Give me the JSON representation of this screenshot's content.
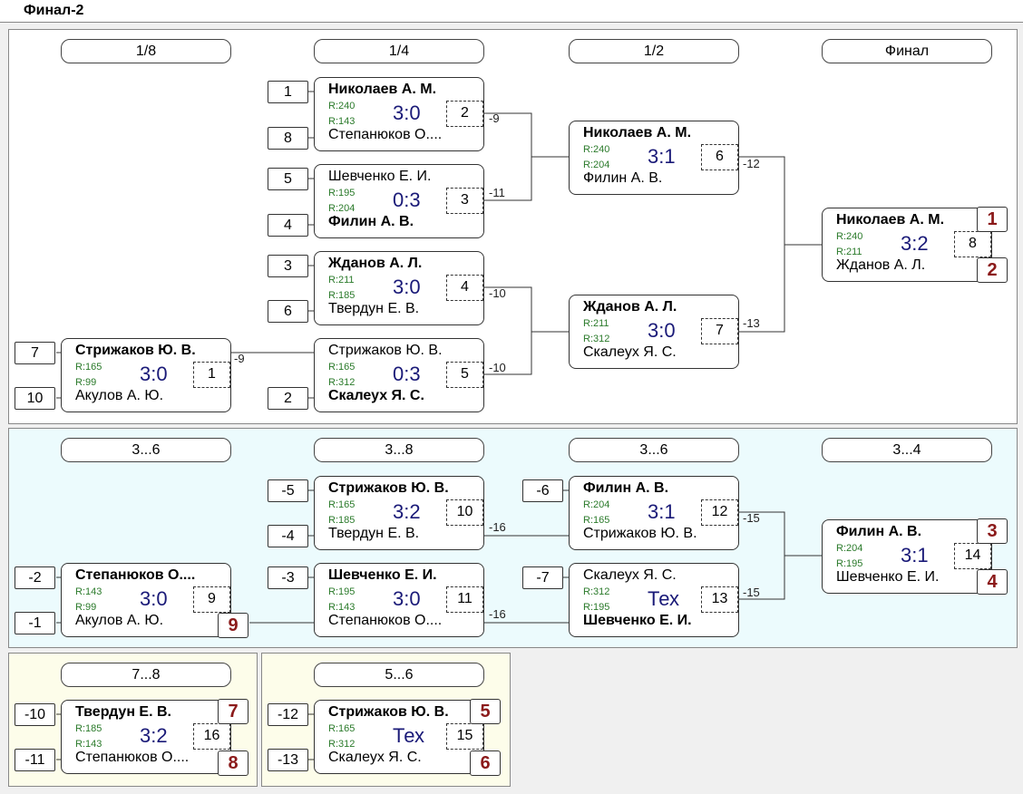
{
  "title": "Финал-2",
  "panels": {
    "main": {
      "rounds": [
        "1/8",
        "1/4",
        "1/2",
        "Финал"
      ],
      "seeds": {
        "s7": "7",
        "s10": "10",
        "s1": "1",
        "s8": "8",
        "s5": "5",
        "s4": "4",
        "s3": "3",
        "s6": "6",
        "s2": "2"
      },
      "matches": {
        "m1": {
          "p1": "Стрижаков Ю. В.",
          "r1": "R:165",
          "r2": "R:99",
          "score": "3:0",
          "num": "1",
          "p2": "Акулов А. Ю.",
          "bold": 1
        },
        "m2": {
          "p1": "Николаев А. М.",
          "r1": "R:240",
          "r2": "R:143",
          "score": "3:0",
          "num": "2",
          "p2": "Степанюков О....",
          "bold": 1
        },
        "m3": {
          "p1": "Шевченко Е. И.",
          "r1": "R:195",
          "r2": "R:204",
          "score": "0:3",
          "num": "3",
          "p2": "Филин А. В.",
          "bold": 2
        },
        "m4": {
          "p1": "Жданов А. Л.",
          "r1": "R:211",
          "r2": "R:185",
          "score": "3:0",
          "num": "4",
          "p2": "Твердун Е. В.",
          "bold": 1
        },
        "m5": {
          "p1": "Стрижаков Ю. В.",
          "r1": "R:165",
          "r2": "R:312",
          "score": "0:3",
          "num": "5",
          "p2": "Скалеух Я. С.",
          "bold": 2
        },
        "m6": {
          "p1": "Николаев А. М.",
          "r1": "R:240",
          "r2": "R:204",
          "score": "3:1",
          "num": "6",
          "p2": "Филин А. В.",
          "bold": 1
        },
        "m7": {
          "p1": "Жданов А. Л.",
          "r1": "R:211",
          "r2": "R:312",
          "score": "3:0",
          "num": "7",
          "p2": "Скалеух Я. С.",
          "bold": 1
        },
        "m8": {
          "p1": "Николаев А. М.",
          "r1": "R:240",
          "r2": "R:211",
          "score": "3:2",
          "num": "8",
          "p2": "Жданов А. Л.",
          "bold": 1
        }
      },
      "losers": {
        "l1": "-9",
        "l2": "-9",
        "l3": "-11",
        "l4": "-10",
        "l5": "-10",
        "l6": "-12",
        "l7": "-13"
      },
      "places": {
        "p1": "1",
        "p2": "2"
      }
    },
    "cons": {
      "rounds": [
        "3...6",
        "3...8",
        "3...6",
        "3...4"
      ],
      "seeds": {
        "a": "-2",
        "b": "-1",
        "c": "-5",
        "d": "-4",
        "e": "-3",
        "f": "-6",
        "g": "-7"
      },
      "matches": {
        "m9": {
          "p1": "Степанюков О....",
          "r1": "R:143",
          "r2": "R:99",
          "score": "3:0",
          "num": "9",
          "p2": "Акулов А. Ю.",
          "bold": 1
        },
        "m10": {
          "p1": "Стрижаков Ю. В.",
          "r1": "R:165",
          "r2": "R:185",
          "score": "3:2",
          "num": "10",
          "p2": "Твердун Е. В.",
          "bold": 1
        },
        "m11": {
          "p1": "Шевченко Е. И.",
          "r1": "R:195",
          "r2": "R:143",
          "score": "3:0",
          "num": "11",
          "p2": "Степанюков О....",
          "bold": 1
        },
        "m12": {
          "p1": "Филин А. В.",
          "r1": "R:204",
          "r2": "R:165",
          "score": "3:1",
          "num": "12",
          "p2": "Стрижаков Ю. В.",
          "bold": 1
        },
        "m13": {
          "p1": "Скалеух Я. С.",
          "r1": "R:312",
          "r2": "R:195",
          "score": "Тех",
          "num": "13",
          "p2": "Шевченко Е. И.",
          "bold": 2
        },
        "m14": {
          "p1": "Филин А. В.",
          "r1": "R:204",
          "r2": "R:195",
          "score": "3:1",
          "num": "14",
          "p2": "Шевченко Е. И.",
          "bold": 1
        }
      },
      "losers": {
        "l1": "-16",
        "l2": "-16",
        "l3": "-15",
        "l4": "-15"
      },
      "places": {
        "p9": "9",
        "p3": "3",
        "p4": "4"
      }
    },
    "p78": {
      "round": "7...8",
      "seeds": {
        "a": "-10",
        "b": "-11"
      },
      "match": {
        "p1": "Твердун Е. В.",
        "r1": "R:185",
        "r2": "R:143",
        "score": "3:2",
        "num": "16",
        "p2": "Степанюков О....",
        "bold": 1
      },
      "places": {
        "p7": "7",
        "p8": "8"
      }
    },
    "p56": {
      "round": "5...6",
      "seeds": {
        "a": "-12",
        "b": "-13"
      },
      "match": {
        "p1": "Стрижаков Ю. В.",
        "r1": "R:165",
        "r2": "R:312",
        "score": "Тех",
        "num": "15",
        "p2": "Скалеух Я. С.",
        "bold": 1
      },
      "places": {
        "p5": "5",
        "p6": "6"
      }
    }
  }
}
